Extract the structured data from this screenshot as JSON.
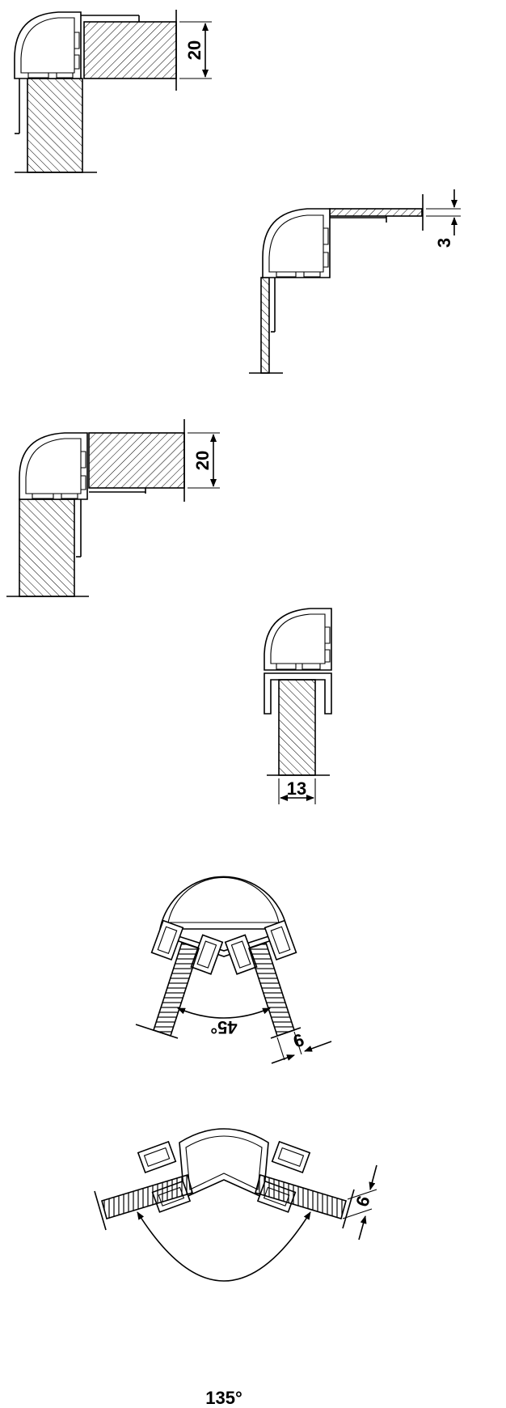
{
  "diagram": {
    "dimensions": {
      "d1": "20",
      "d2": "3",
      "d3": "20",
      "d4": "13",
      "d5_angle": "45°",
      "d5_thick": "6",
      "d6_angle": "135°",
      "d6_thick": "6"
    }
  }
}
